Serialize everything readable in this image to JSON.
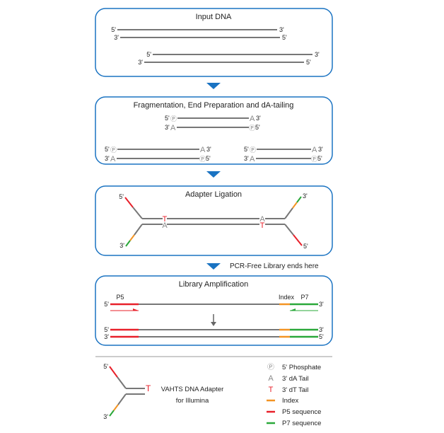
{
  "colors": {
    "box_border": "#1a73c2",
    "arrow": "#1a73c2",
    "strand": "#777777",
    "p5": "#e8202a",
    "p7": "#2aa83a",
    "index": "#f39423",
    "tail_T": "#e8202a",
    "tail_A": "#888888",
    "separator": "#bbbbbb"
  },
  "steps": [
    {
      "title": "Input DNA"
    },
    {
      "title": "Fragmentation, End Preparation and dA-tailing"
    },
    {
      "title": "Adapter Ligation"
    },
    {
      "title": "Library Amplification"
    }
  ],
  "pcr_free_note": "PCR-Free Library ends here",
  "ends": {
    "five": "5'",
    "three": "3'"
  },
  "glyphs": {
    "phosphate": "Ⓟ",
    "dA": "A",
    "dT": "T"
  },
  "amplification": {
    "p5_label": "P5",
    "index_label": "Index",
    "p7_label": "P7"
  },
  "adapter": {
    "line1": "VAHTS DNA Adapter",
    "line2": "for Illumina"
  },
  "legend": [
    {
      "icon": "phosphate",
      "label": "5' Phosphate"
    },
    {
      "icon": "dA-tail",
      "label": "3' dA Tail"
    },
    {
      "icon": "dT-tail",
      "label": "3' dT Tail"
    },
    {
      "icon": "index-line",
      "label": "Index"
    },
    {
      "icon": "p5-line",
      "label": "P5 sequence"
    },
    {
      "icon": "p7-line",
      "label": "P7 sequence"
    }
  ]
}
